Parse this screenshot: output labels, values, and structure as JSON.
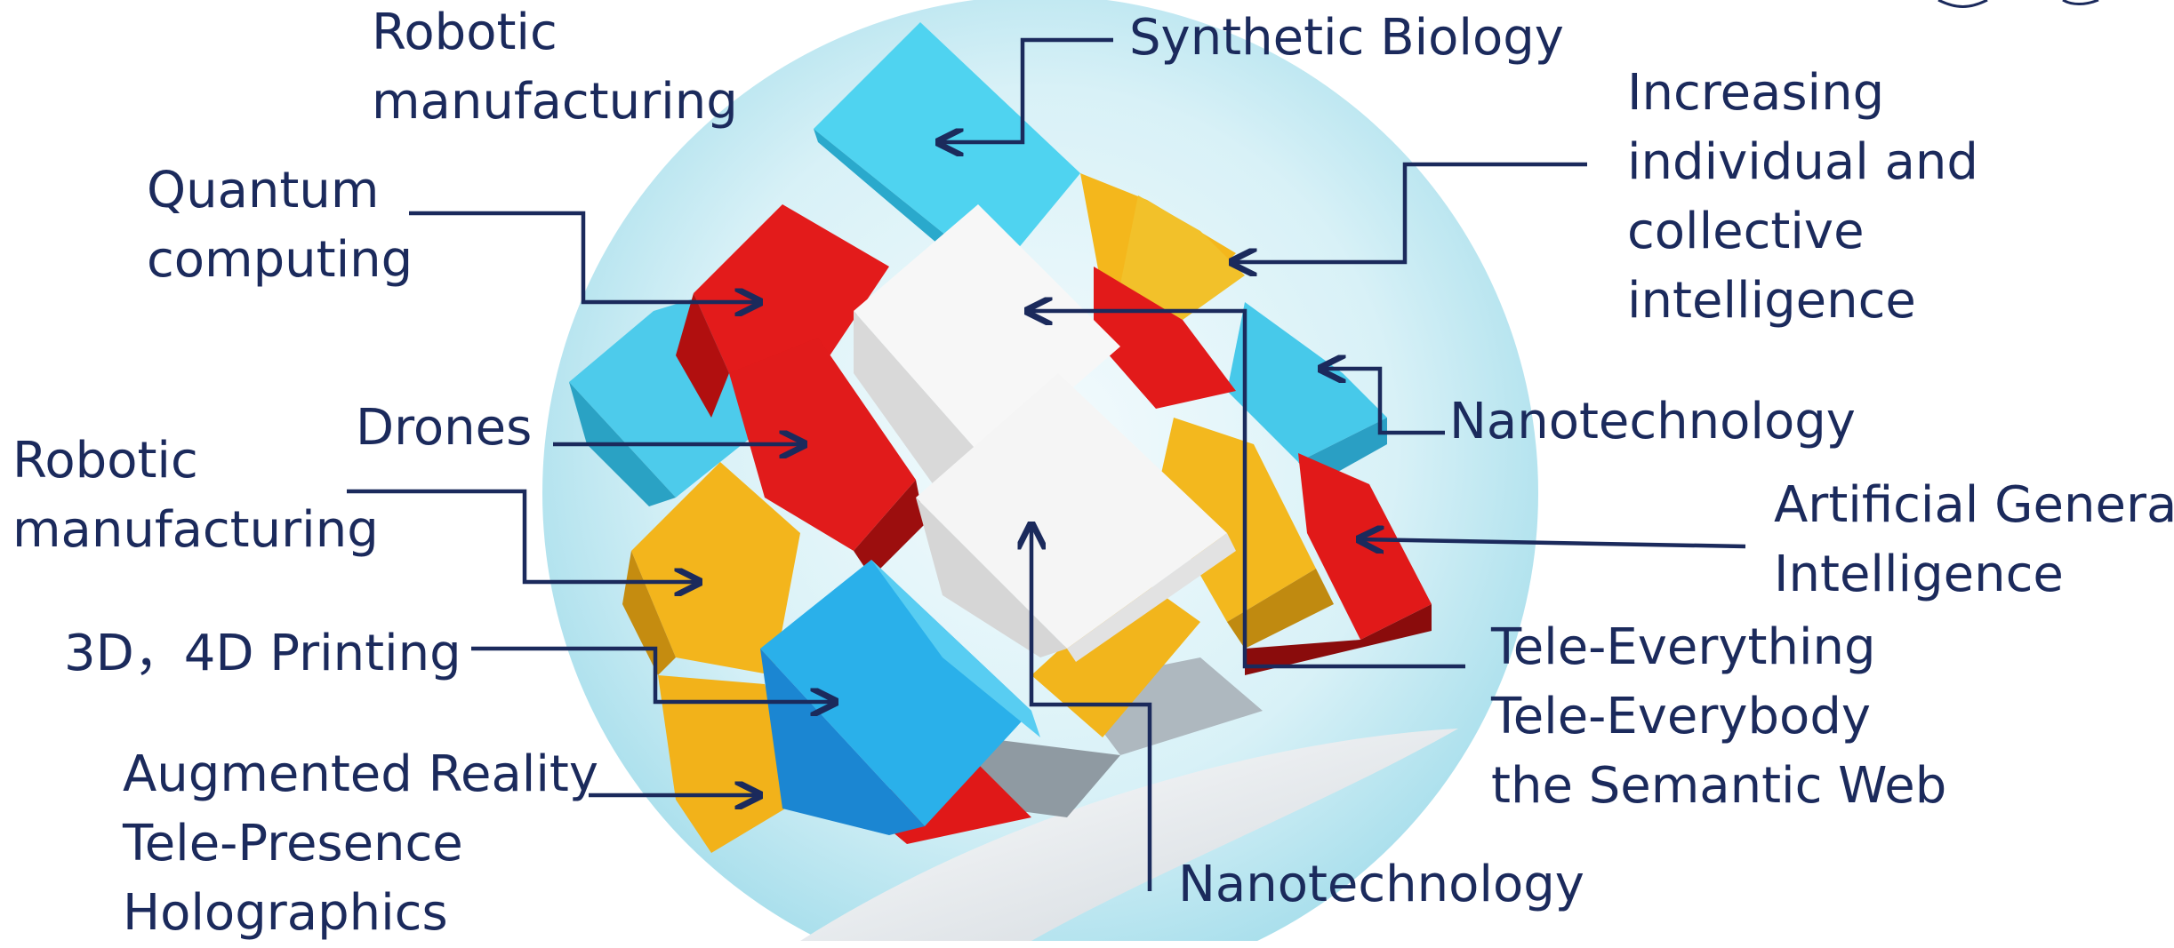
{
  "labels": {
    "robotic_top": [
      "Robotic",
      "manufacturing"
    ],
    "synthetic_biology": [
      "Synthetic Biology"
    ],
    "increasing_intelligence": [
      "Increasing",
      "individual and",
      "collective",
      "intelligence"
    ],
    "quantum": [
      "Quantum",
      "computing"
    ],
    "nanotech_right": [
      "Nanotechnology"
    ],
    "drones": [
      "Drones"
    ],
    "robotic_left": [
      "Robotic",
      "manufacturing"
    ],
    "agi": [
      "Artificial General",
      "Intelligence"
    ],
    "printing": [
      "3D，4D Printing"
    ],
    "tele": [
      "Tele-Everything",
      "Tele-Everybody",
      "the Semantic Web"
    ],
    "augmented": [
      "Augmented Reality",
      "Tele-Presence",
      "Holographics"
    ],
    "nanotech_bottom": [
      "Nanotechnology"
    ]
  },
  "colors": {
    "text": "#1b2a5c",
    "connector": "#1b2a5c",
    "red": "#e01818",
    "yellow": "#f2b41a",
    "cyan": "#3dc6ec",
    "blue": "#1b8fd8",
    "white": "#f4f4f4",
    "sphere": "#c9ecf4"
  }
}
